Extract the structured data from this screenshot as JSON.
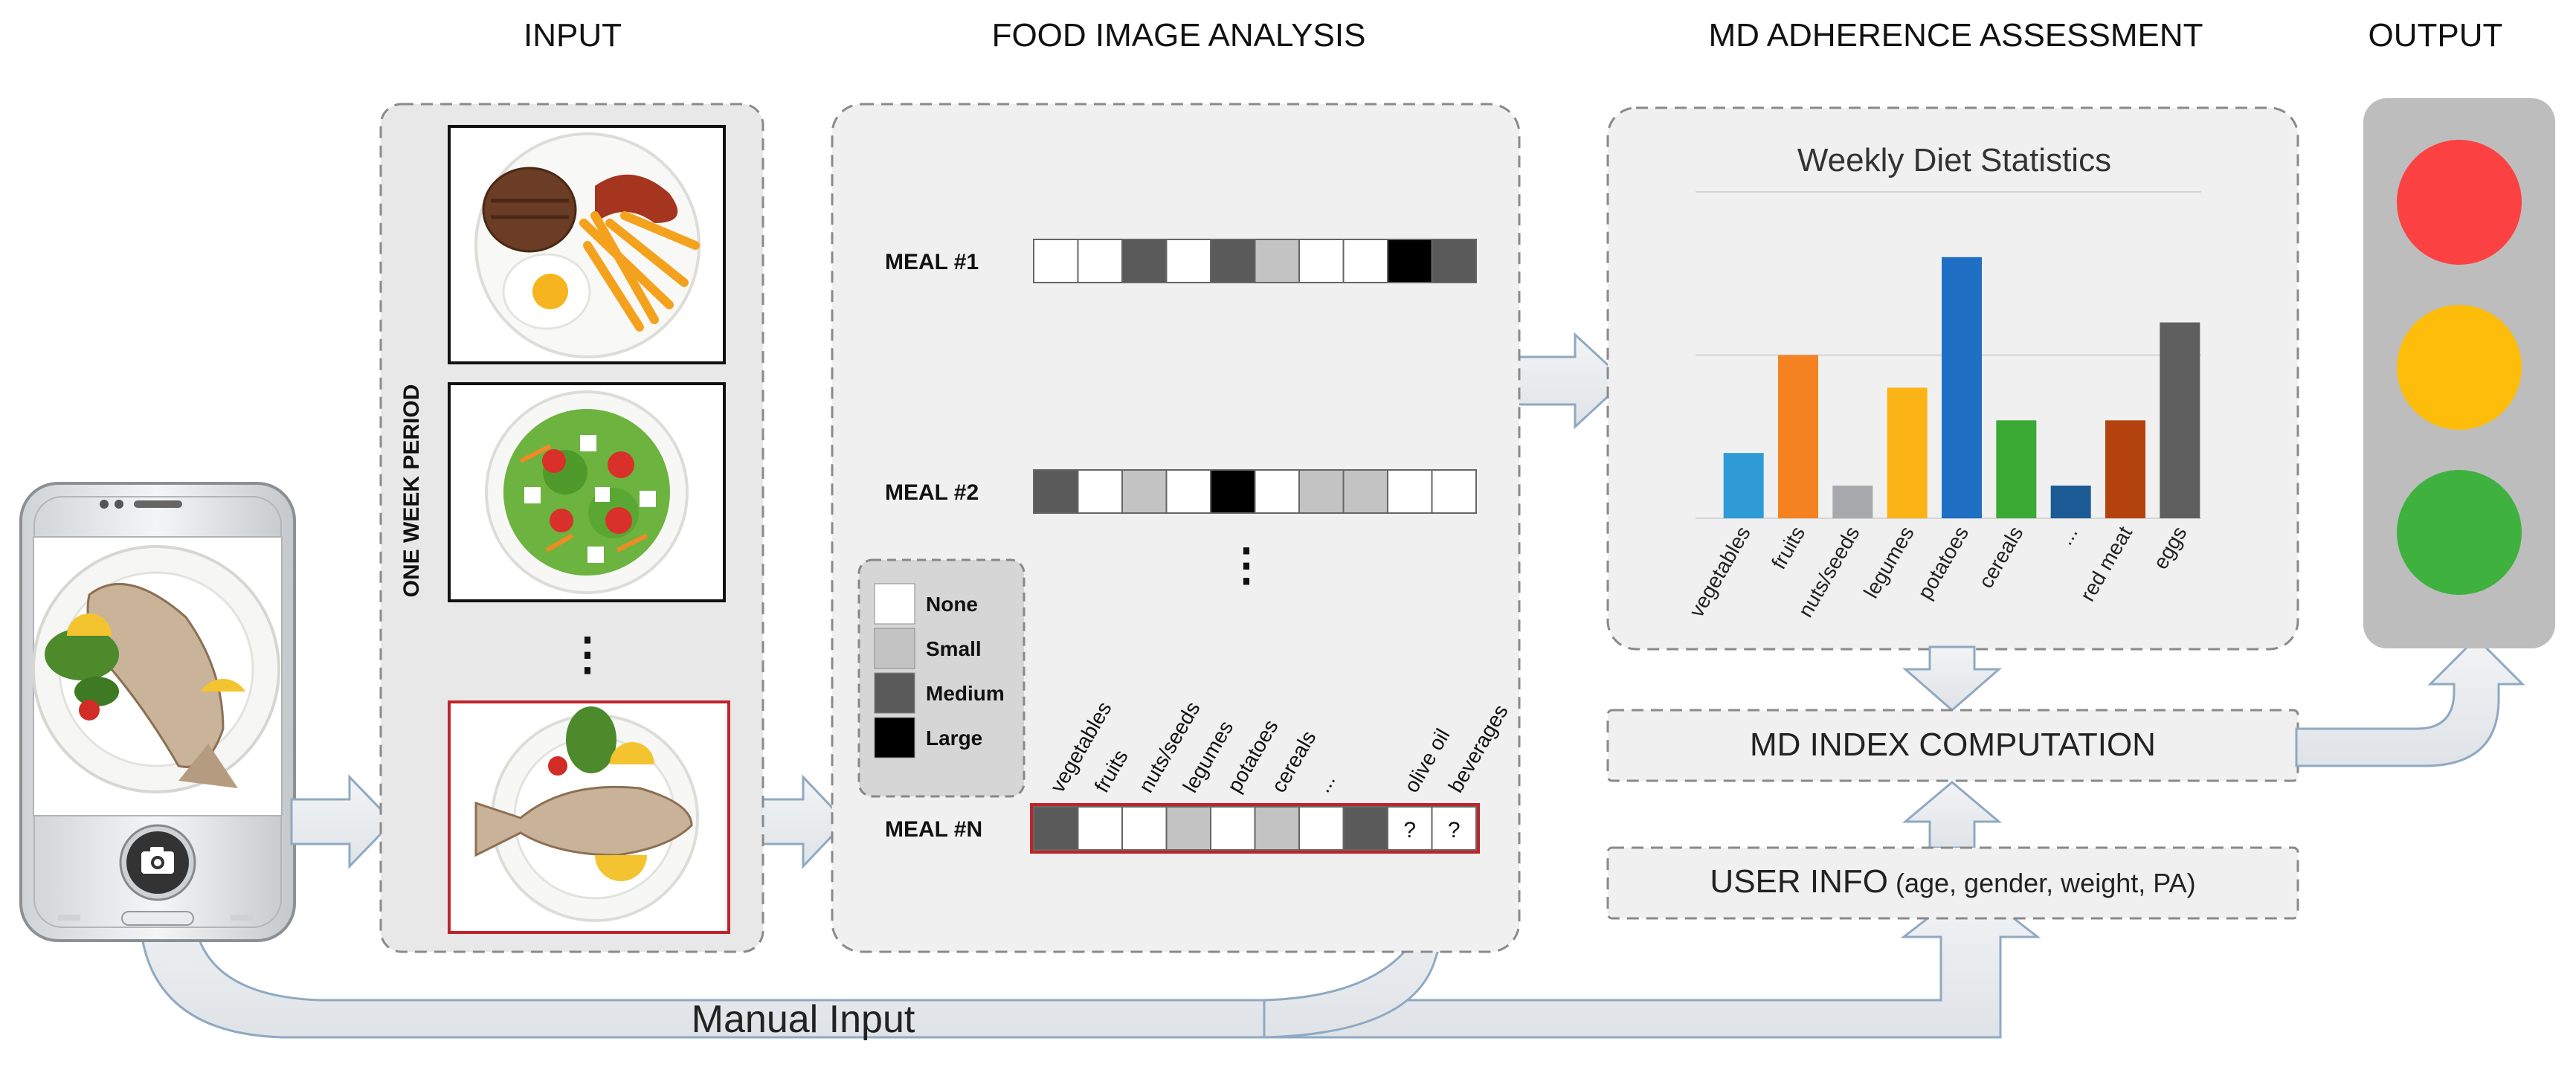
{
  "headers": {
    "input": "INPUT",
    "food_image_analysis": "FOOD IMAGE ANALYSIS",
    "md_adherence": "MD ADHERENCE ASSESSMENT",
    "output": "OUTPUT"
  },
  "input_panel": {
    "period_label": "ONE WEEK PERIOD",
    "ellipsis": "⋮"
  },
  "analysis": {
    "meals": [
      {
        "label": "MEAL #1",
        "levels": [
          "none",
          "none",
          "medium",
          "none",
          "medium",
          "small",
          "none",
          "none",
          "large",
          "medium"
        ]
      },
      {
        "label": "MEAL #2",
        "levels": [
          "medium",
          "none",
          "small",
          "none",
          "large",
          "none",
          "small",
          "small",
          "none",
          "none"
        ]
      },
      {
        "label": "MEAL #N",
        "levels": [
          "medium",
          "none",
          "none",
          "small",
          "none",
          "small",
          "none",
          "medium",
          "unknown",
          "unknown"
        ]
      }
    ],
    "unknown_mark": "?",
    "vertical_ellipsis": "⋮",
    "food_labels": [
      "vegetables",
      "fruits",
      "nuts/seeds",
      "legumes",
      "potatoes",
      "cereals",
      "...",
      "olive oil",
      "beverages"
    ],
    "legend": [
      {
        "label": "None",
        "color": "#ffffff"
      },
      {
        "label": "Small",
        "color": "#c3c3c3"
      },
      {
        "label": "Medium",
        "color": "#5a5a5a"
      },
      {
        "label": "Large",
        "color": "#000000"
      }
    ]
  },
  "chart_data": {
    "type": "bar",
    "title": "Weekly Diet Statistics",
    "categories": [
      "vegetables",
      "fruits",
      "nuts/seeds",
      "legumes",
      "potatoes",
      "cereals",
      "...",
      "red meat",
      "eggs"
    ],
    "values": [
      2,
      5,
      1,
      4,
      8,
      3,
      1,
      3,
      6
    ],
    "colors": [
      "#2f9bd6",
      "#f58220",
      "#a7a9ac",
      "#fbb316",
      "#1f6fc5",
      "#3aaa35",
      "#1c5a96",
      "#b3420e",
      "#5f5f5f"
    ],
    "ylim": [
      0,
      10
    ],
    "grid": true
  },
  "md_index": {
    "label": "MD INDEX COMPUTATION"
  },
  "user_info": {
    "label": "USER INFO",
    "detail": " (age, gender, weight, PA)"
  },
  "manual_input": {
    "label": "Manual Input"
  },
  "traffic_light": {
    "colors": [
      "#fb4141",
      "#fdbd0a",
      "#3fb13f"
    ]
  }
}
